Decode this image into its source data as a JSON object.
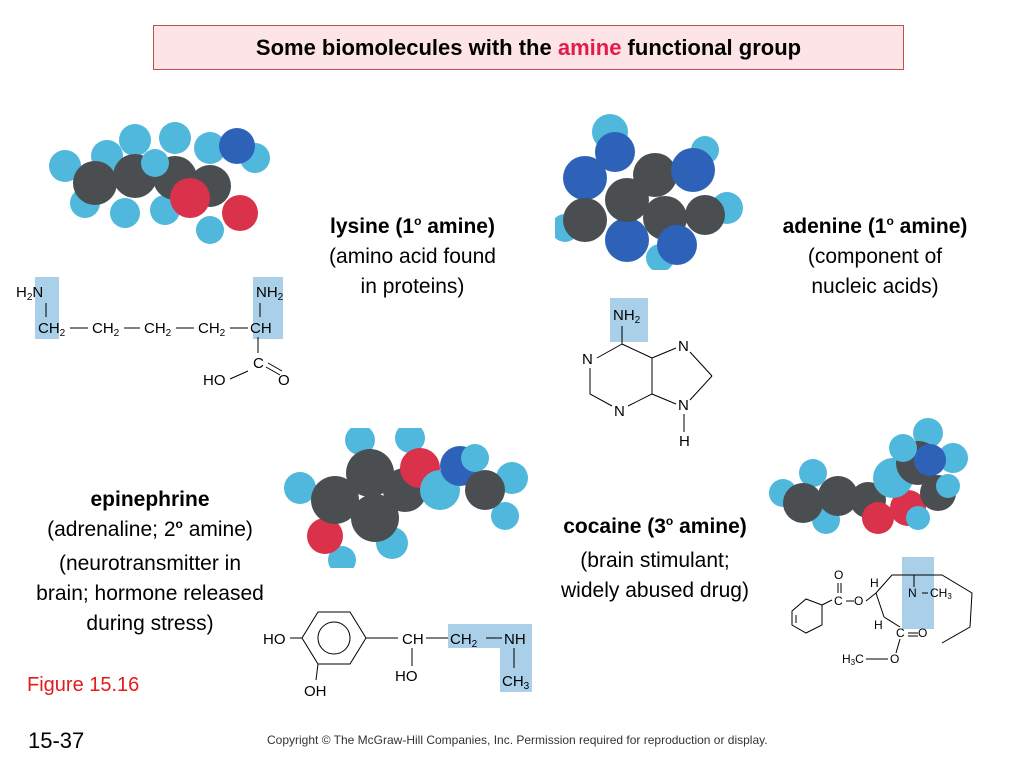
{
  "slide": {
    "title_before": "Some biomolecules with the ",
    "title_highlight": "amine",
    "title_after": " functional group",
    "highlight_color": "#e31b4d"
  },
  "lysine": {
    "name": "lysine (1",
    "sup": "o",
    "name_after": " amine)",
    "desc_line1": "(amino acid found",
    "desc_line2": "in proteins)",
    "formula_labels": [
      "H2N",
      "CH2",
      "CH2",
      "CH2",
      "CH2",
      "CH",
      "NH2",
      "C",
      "HO",
      "O"
    ]
  },
  "adenine": {
    "name": "adenine (1",
    "sup": "o",
    "name_after": " amine)",
    "desc_line1": "(component of",
    "desc_line2": "nucleic acids)",
    "formula_labels": [
      "NH2",
      "N",
      "N",
      "N",
      "N",
      "H"
    ]
  },
  "epinephrine": {
    "name": "epinephrine",
    "line2_before": "(adrenaline; 2",
    "sup": "o",
    "line2_after": " amine)",
    "desc_line1": "(neurotransmitter in",
    "desc_line2": "brain; hormone released",
    "desc_line3": "during stress)",
    "formula_labels": [
      "HO",
      "OH",
      "CH",
      "HO",
      "CH2",
      "NH",
      "CH3"
    ]
  },
  "cocaine": {
    "name": "cocaine (3",
    "sup": "o",
    "name_after": " amine)",
    "desc_line1": "(brain stimulant;",
    "desc_line2": "widely abused drug)",
    "formula_labels": [
      "O",
      "C",
      "O",
      "H",
      "N",
      "CH3",
      "H",
      "C",
      "O",
      "H3C",
      "O"
    ]
  },
  "footer": {
    "figure_label": "Figure 15.16",
    "page_number": "15-37",
    "copyright": "Copyright © The McGraw-Hill Companies, Inc. Permission required for reproduction or display."
  },
  "colors": {
    "carbon": "#4a4e50",
    "hydrogen": "#4fb8dc",
    "nitrogen": "#2e62b8",
    "oxygen": "#d9324a",
    "amine_highlight": "#a9cfe9"
  }
}
